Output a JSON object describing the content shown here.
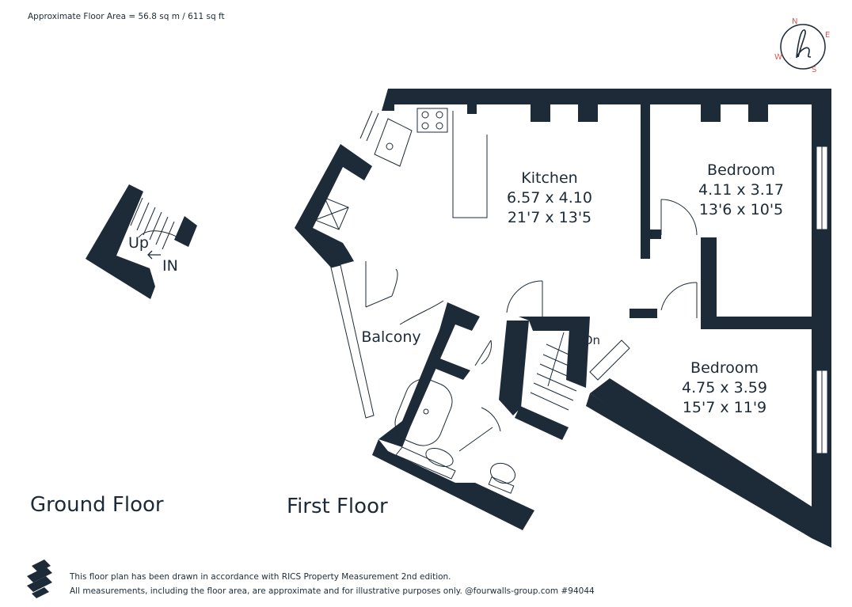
{
  "header": {
    "floor_area": "Approximate Floor Area = 56.8 sq m / 611 sq ft"
  },
  "compass": {
    "n": "N",
    "e": "E",
    "s": "S",
    "w": "W"
  },
  "rooms": {
    "kitchen": {
      "name": "Kitchen",
      "metric": "6.57 x 4.10",
      "imperial": "21'7 x 13'5"
    },
    "bedroom1": {
      "name": "Bedroom",
      "metric": "4.11 x 3.17",
      "imperial": "13'6 x 10'5"
    },
    "bedroom2": {
      "name": "Bedroom",
      "metric": "4.75 x 3.59",
      "imperial": "15'7 x 11'9"
    },
    "balcony": {
      "name": "Balcony"
    }
  },
  "stairs": {
    "up": "Up",
    "in": "IN",
    "down": "Dn"
  },
  "floors": {
    "ground": "Ground Floor",
    "first": "First Floor"
  },
  "footer": {
    "line1": "This floor plan has been drawn in accordance with RICS Property Measurement 2nd edition.",
    "line2": "All measurements, including the floor area, are approximate and for illustrative purposes only. @fourwalls-group.com #94044"
  },
  "colors": {
    "wall": "#1d2b38",
    "compass_letters": "#e05a55",
    "background": "#ffffff"
  }
}
